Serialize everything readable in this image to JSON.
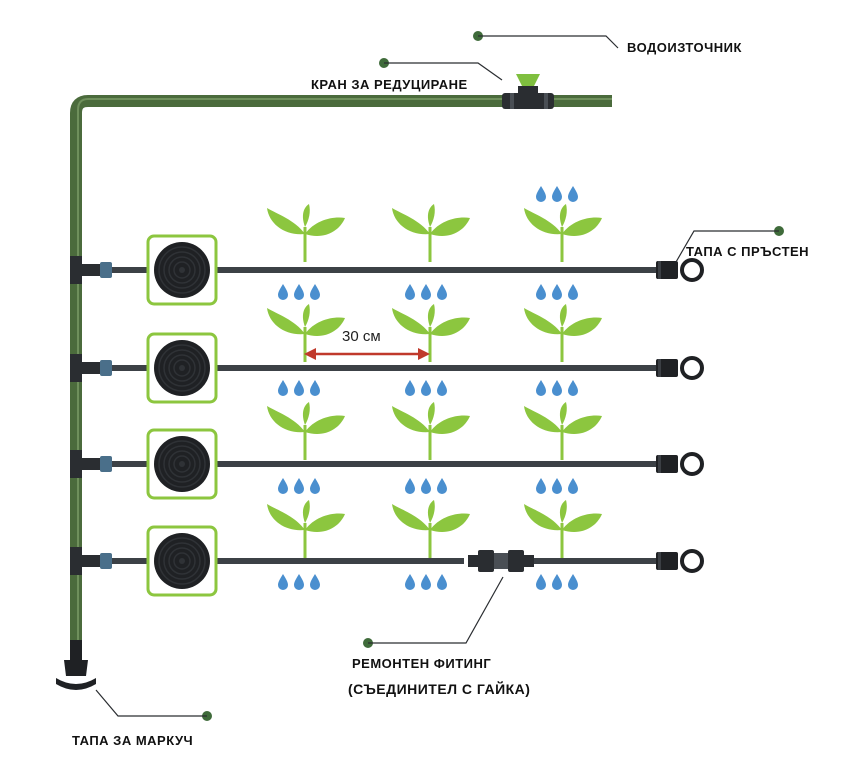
{
  "labels": {
    "water_source": "ВОДОИЗТОЧНИК",
    "reducing_valve": "КРАН ЗА РЕДУЦИРАНЕ",
    "end_cap_ring": "ТАПА С ПРЪСТЕН",
    "repair_fitting": "РЕМОНТЕН ФИТИНГ",
    "repair_fitting_sub": "(СЪЕДИНИТЕЛ С ГАЙКА)",
    "hose_cap": "ТАПА ЗА МАРКУЧ",
    "spacing": "30 см"
  },
  "colors": {
    "main_pipe": "#4b6b3c",
    "main_pipe_highlight": "#7f9f6a",
    "drip_line": "#3c4146",
    "plant": "#8cc63f",
    "water_drop": "#4a8fcf",
    "spacing_arrow": "#c0392b",
    "callout_dot": "#3f6b3a",
    "coil_frame": "#8cc63f"
  }
}
